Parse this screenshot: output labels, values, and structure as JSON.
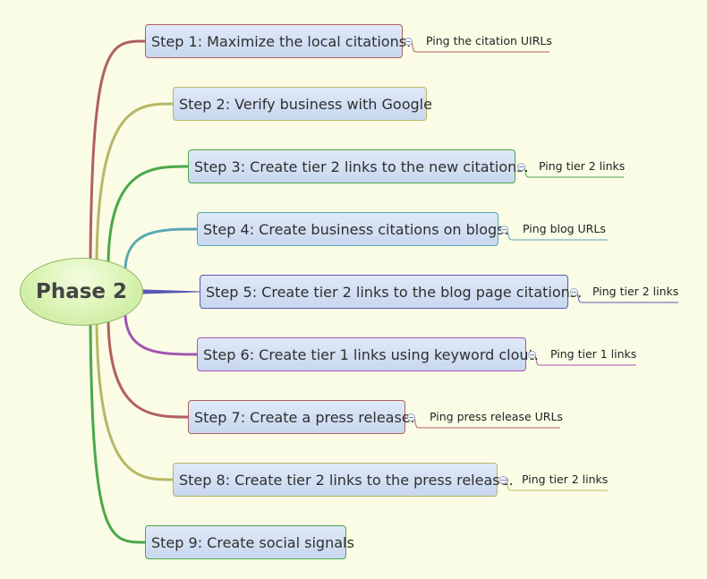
{
  "central": {
    "label": "Phase 2"
  },
  "steps": [
    {
      "label": "Step 1: Maximize the local citations.",
      "color": "#b06060",
      "sub": "Ping the citation UIRLs"
    },
    {
      "label": "Step 2: Verify business with Google",
      "color": "#b7b765",
      "sub": ""
    },
    {
      "label": "Step 3: Create tier 2 links to the new citations.",
      "color": "#4aa84a",
      "sub": "Ping tier 2 links"
    },
    {
      "label": "Step 4: Create business citations on blogs.",
      "color": "#58a8b4",
      "sub": "Ping blog URLs"
    },
    {
      "label": "Step 5: Create tier 2 links to the blog page citations.",
      "color": "#5b57b4",
      "sub": "Ping tier 2 links"
    },
    {
      "label": "Step 6: Create tier 1 links using keyword clout.",
      "color": "#a154b0",
      "sub": "Ping tier 1 links"
    },
    {
      "label": "Step 7: Create a press release.",
      "color": "#b06060",
      "sub": "Ping press release URLs"
    },
    {
      "label": "Step 8: Create tier 2 links to the press release.",
      "color": "#b7b765",
      "sub": "Ping tier 2 links"
    },
    {
      "label": "Step 9: Create social signals",
      "color": "#4aa84a",
      "sub": ""
    }
  ]
}
